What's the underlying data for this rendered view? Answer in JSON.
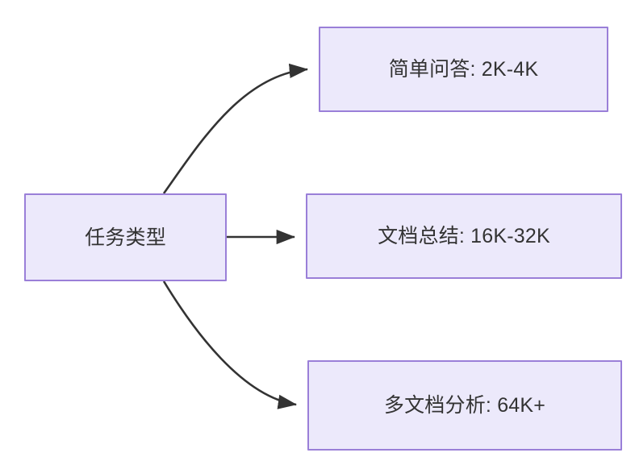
{
  "diagram": {
    "type": "flowchart",
    "direction": "left-to-right",
    "background_color": "#ffffff",
    "node_fill_color": "#ece9fb",
    "node_border_color": "#9a7fd8",
    "text_color": "#333333",
    "edge_color": "#333333",
    "root": {
      "id": "node-source",
      "label": "任务类型"
    },
    "branches": [
      {
        "id": "node-simple",
        "label": "简单问答: 2K-4K",
        "task": "简单问答",
        "range": "2K-4K",
        "edge_style": "curved",
        "arrow": "arrowhead-icon"
      },
      {
        "id": "node-docsum",
        "label": "文档总结: 16K-32K",
        "task": "文档总结",
        "range": "16K-32K",
        "edge_style": "straight",
        "arrow": "arrowhead-icon"
      },
      {
        "id": "node-multidoc",
        "label": "多文档分析: 64K+",
        "task": "多文档分析",
        "range": "64K+",
        "edge_style": "curved",
        "arrow": "arrowhead-icon"
      }
    ]
  }
}
